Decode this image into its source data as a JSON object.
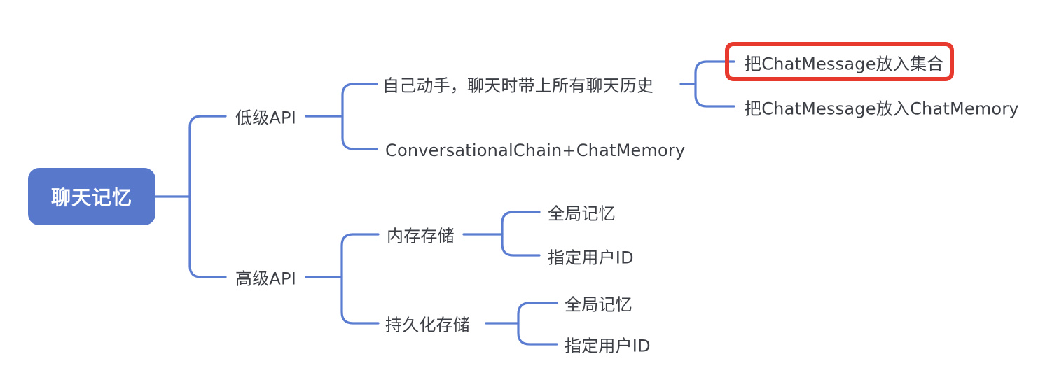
{
  "mindmap": {
    "root": "聊天记忆",
    "branches": [
      {
        "label": "低级API",
        "children": [
          {
            "label": "自己动手，聊天时带上所有聊天历史",
            "children": [
              {
                "label": "把ChatMessage放入集合",
                "highlighted": true
              },
              {
                "label": "把ChatMessage放入ChatMemory",
                "highlighted": false
              }
            ]
          },
          {
            "label": "ConversationalChain+ChatMemory"
          }
        ]
      },
      {
        "label": "高级API",
        "children": [
          {
            "label": "内存存储",
            "children": [
              {
                "label": "全局记忆"
              },
              {
                "label": "指定用户ID"
              }
            ]
          },
          {
            "label": "持久化存储",
            "children": [
              {
                "label": "全局记忆"
              },
              {
                "label": "指定用户ID"
              }
            ]
          }
        ]
      }
    ],
    "colors": {
      "line": "#5B7DD1",
      "root_fill": "#5878CC",
      "root_text": "#FFFFFF",
      "text": "#3B3E44",
      "highlight_border": "#E8392E",
      "background": "#FFFFFF"
    }
  }
}
